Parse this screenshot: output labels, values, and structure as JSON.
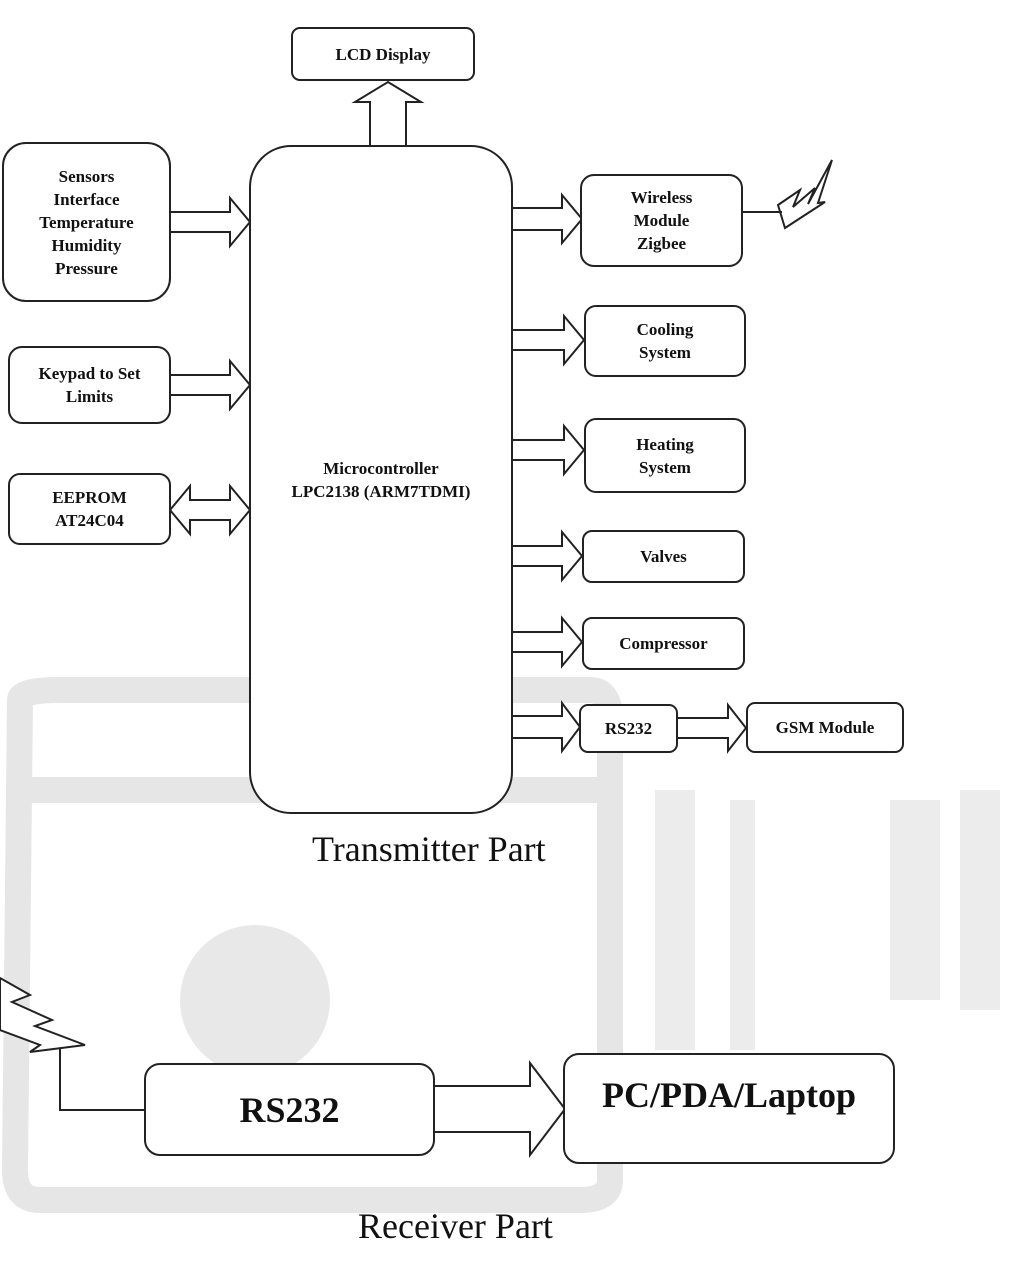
{
  "transmitter": {
    "caption": "Transmitter Part",
    "lcd": "LCD Display",
    "sensors": "Sensors\nInterface\nTemperature\nHumidity\nPressure",
    "keypad": "Keypad to Set\nLimits",
    "eeprom": "EEPROM\nAT24C04",
    "mcu": "Microcontroller\nLPC2138 (ARM7TDMI)",
    "wireless": "Wireless\nModule\nZigbee",
    "cooling": "Cooling\nSystem",
    "heating": "Heating\nSystem",
    "valves": "Valves",
    "compressor": "Compressor",
    "rs232": "RS232",
    "gsm": "GSM Module"
  },
  "receiver": {
    "caption": "Receiver Part",
    "rs232": "RS232",
    "pc": "PC/PDA/Laptop"
  },
  "colors": {
    "line": "#222222",
    "watermark": "#e3e3e3"
  }
}
